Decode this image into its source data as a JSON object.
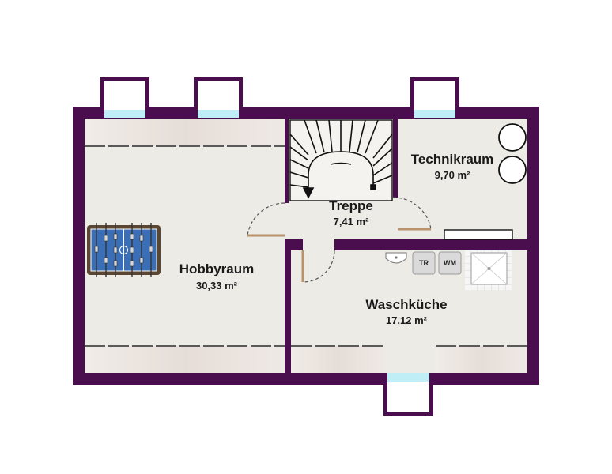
{
  "colors": {
    "wall": "#4a0e4e",
    "floor": "#ecebe6",
    "window_glass": "#bfeef7",
    "door": "#b8926a",
    "stair_line": "#111111"
  },
  "rooms": [
    {
      "id": "hobbyraum",
      "name": "Hobbyraum",
      "area": "30,33 m²"
    },
    {
      "id": "treppe",
      "name": "Treppe",
      "area": "7,41 m²"
    },
    {
      "id": "technikraum",
      "name": "Technikraum",
      "area": "9,70 m²"
    },
    {
      "id": "waschkueche",
      "name": "Waschküche",
      "area": "17,12 m²"
    }
  ],
  "appliances": {
    "dryer": "TR",
    "washer": "WM"
  },
  "icons": [
    "foosball-table-icon",
    "boiler-tank-icon",
    "sink-icon",
    "shower-tray-icon",
    "staircase-icon",
    "window-icon",
    "door-swing-icon"
  ]
}
